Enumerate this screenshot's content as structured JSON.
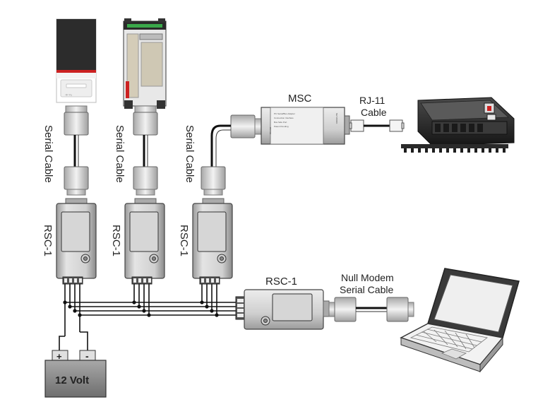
{
  "labels": {
    "serial_cable_1": "Serial Cable",
    "serial_cable_2": "Serial Cable",
    "serial_cable_3": "Serial Cable",
    "rsc_1": "RSC-1",
    "rsc_2": "RSC-1",
    "rsc_3": "RSC-1",
    "rsc_main": "RSC-1",
    "msc": "MSC",
    "rj11_line1": "RJ-11",
    "rj11_line2": "Cable",
    "null_modem_line1": "Null Modem",
    "null_modem_line2": "Serial Cable",
    "battery": "12 Volt",
    "battery_plus": "+",
    "battery_minus": "-"
  },
  "colors": {
    "device_gray": "#d8d8d8",
    "device_dark": "#2b2b2b",
    "accent_red": "#cc2222",
    "accent_green": "#2a9a3a",
    "wire": "#111111",
    "battery_gray": "#8c8c8c"
  }
}
